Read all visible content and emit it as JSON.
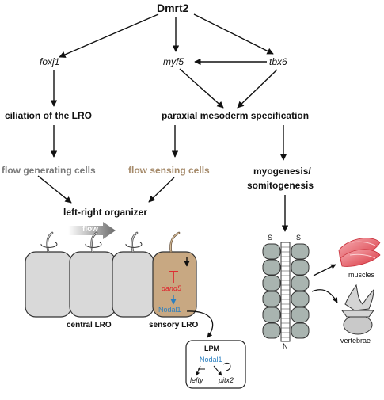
{
  "nodes": {
    "dmrt2": "Dmrt2",
    "foxj1": "foxj1",
    "myf5": "myf5",
    "tbx6": "tbx6",
    "ciliation": "ciliation of the LRO",
    "paraxial": "paraxial mesoderm specification",
    "flow_generating": "flow generating cells",
    "flow_sensing": "flow sensing cells",
    "myogenesis_line1": "myogenesis/",
    "myogenesis_line2": "somitogenesis",
    "left_right_organizer": "left-right organizer"
  },
  "lro": {
    "flow_label": "flow",
    "dand5": "dand5",
    "nodal1": "Nodal1",
    "central_label": "central LRO",
    "sensory_label": "sensory LRO"
  },
  "lpm": {
    "title": "LPM",
    "nodal1": "Nodal1",
    "lefty": "lefty",
    "pitx2": "pitx2"
  },
  "somites": {
    "s_left": "S",
    "s_right": "S",
    "n_label": "N",
    "muscles": "muscles",
    "vertebrae": "vertebrae"
  },
  "colors": {
    "gray_text": "#7a7a7a",
    "tan_text": "#a58a6a",
    "cell_fill": "#d9d9d9",
    "sensory_fill": "#c8a882",
    "red": "#e0202a",
    "blue": "#2a7fc0",
    "somite_fill": "#a9b4b0",
    "muscle_pink": "#e8505a"
  }
}
